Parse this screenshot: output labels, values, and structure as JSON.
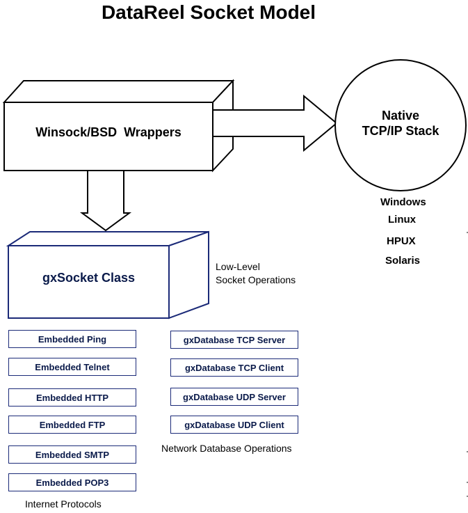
{
  "title": "DataReel Socket Model",
  "wrappers_label": "Winsock/BSD  Wrappers",
  "native_stack": {
    "line1": "Native",
    "line2": "TCP/IP Stack"
  },
  "os_list": [
    "Windows",
    "Linux",
    "HPUX",
    "Solaris"
  ],
  "gxsocket_label": "gxSocket Class",
  "low_level": {
    "line1": "Low-Level",
    "line2": "Socket Operations"
  },
  "internet_protocols": {
    "items": [
      "Embedded Ping",
      "Embedded Telnet",
      "Embedded HTTP",
      "Embedded FTP",
      "Embedded SMTP",
      "Embedded POP3"
    ],
    "caption": "Internet Protocols"
  },
  "database_ops": {
    "items": [
      "gxDatabase TCP Server",
      "gxDatabase TCP Client",
      "gxDatabase UDP Server",
      "gxDatabase UDP Client"
    ],
    "caption": "Network Database Operations"
  },
  "colors": {
    "box_border": "#1b2a78",
    "box_text": "#0a1a4a"
  }
}
